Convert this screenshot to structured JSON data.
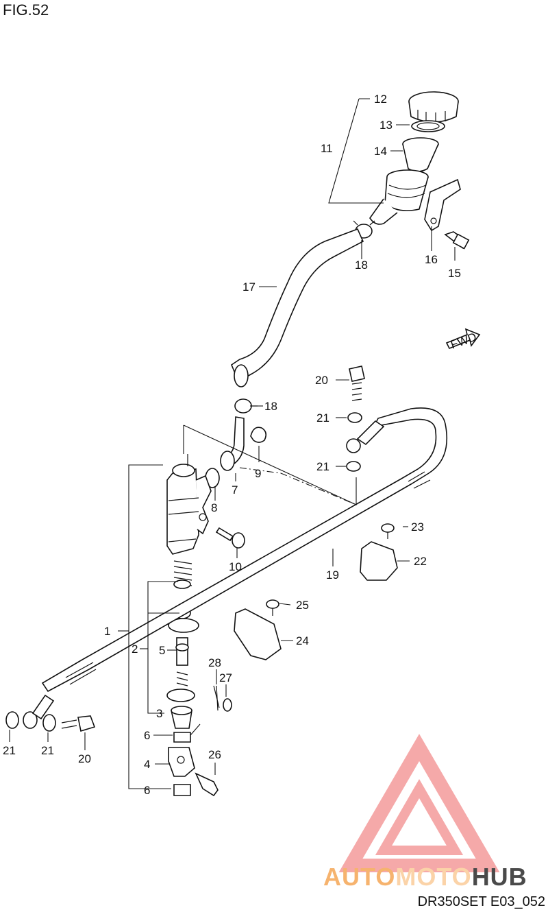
{
  "figure": {
    "title": "FIG.52",
    "code": "DR350SET E03_052",
    "fwd_label": "FWD"
  },
  "watermark": {
    "auto": "AUTO",
    "moto": "MOTO",
    "hub": "HUB",
    "colors": {
      "triangle": "#f39a9a",
      "auto": "#f6b36e",
      "moto": "#fbd3a8",
      "hub": "#4a4a4a"
    }
  },
  "callouts": {
    "c1": "1",
    "c2": "2",
    "c3": "3",
    "c4": "4",
    "c5": "5",
    "c6a": "6",
    "c6b": "6",
    "c7": "7",
    "c8": "8",
    "c9": "9",
    "c10": "10",
    "c11": "11",
    "c12": "12",
    "c13": "13",
    "c14": "14",
    "c15": "15",
    "c16": "16",
    "c17": "17",
    "c18a": "18",
    "c18b": "18",
    "c19": "19",
    "c20a": "20",
    "c20b": "20",
    "c21a": "21",
    "c21b": "21",
    "c21c": "21",
    "c21d": "21",
    "c22": "22",
    "c23": "23",
    "c24": "24",
    "c25": "25",
    "c26": "26",
    "c27": "27",
    "c28": "28"
  }
}
